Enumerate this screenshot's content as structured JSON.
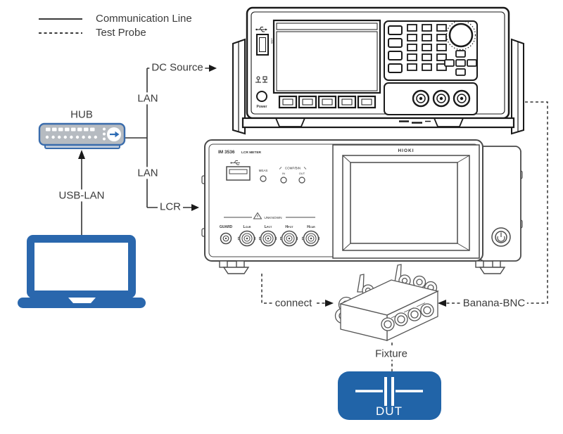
{
  "legend": {
    "communication_line": "Communication Line",
    "test_probe": "Test Probe"
  },
  "labels": {
    "hub": "HUB",
    "usb_lan": "USB-LAN",
    "lan_top": "LAN",
    "lan_bottom": "LAN",
    "dc_source": "DC Source",
    "lcr": "LCR",
    "connect": "connect",
    "banana_bnc": "Banana-BNC",
    "fixture": "Fixture",
    "dut": "DUT"
  },
  "lcr_meter": {
    "model": "IM 3536",
    "kind": "LCR METER",
    "brand": "HIOKI",
    "meas": "MEAS",
    "comp_bin": "COMP/BIN",
    "comp_in": "IN",
    "comp_out": "OUT",
    "unknown": "UNKNOWN",
    "terminals": {
      "guard": "GUARD",
      "l_cur_m": "L",
      "l_cur_s": "CUR",
      "l_pot_m": "L",
      "l_pot_s": "POT",
      "h_pot_m": "H",
      "h_pot_s": "POT",
      "h_cur_m": "H",
      "h_cur_s": "CUR"
    }
  },
  "dc_source_device": {
    "power": "Power",
    "usb": "USB"
  },
  "colors": {
    "device_blue": "#2a67ad",
    "dut_blue": "#2164a8",
    "hub_fill": "#b6bbc1",
    "hub_border": "#3a6cac",
    "hub_arrow_blue": "#2e6cb5",
    "line_color": "#333333",
    "dc_stroke": "#1a1a1a",
    "lcr_stroke": "#4a4a4a",
    "fixture_stroke": "#555555"
  }
}
